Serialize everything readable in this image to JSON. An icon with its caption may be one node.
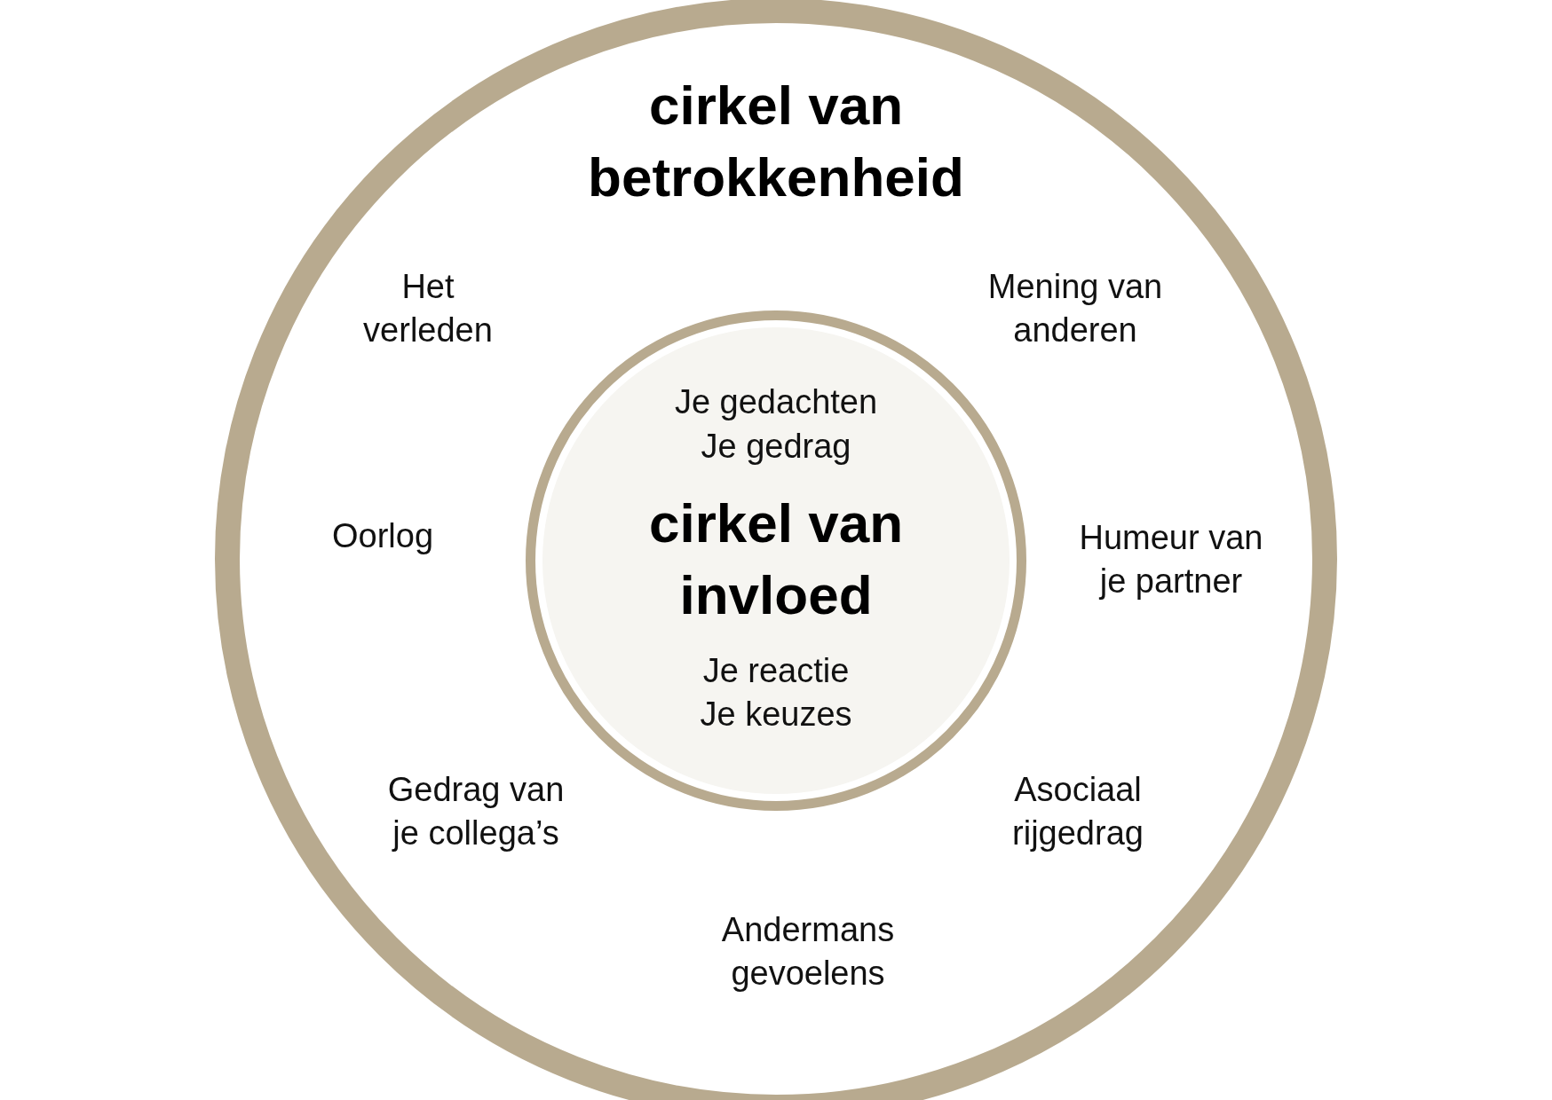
{
  "diagram": {
    "nodes": [
      {
        "text": [
          "cirkel van betrokkenheid",
          "Het verleden",
          "Mening van anderen",
          "Oorlog",
          "Humeur van je partner",
          "Gedrag van je collega’s",
          "Asociaal rijgedrag",
          "Andermans gevoelens"
        ]
      },
      {
        "text": [
          "Je gedachten",
          "Je gedrag",
          "cirkel van invloed",
          "Je reactie",
          "Je keuzes"
        ],
        "in": 0
      }
    ]
  }
}
